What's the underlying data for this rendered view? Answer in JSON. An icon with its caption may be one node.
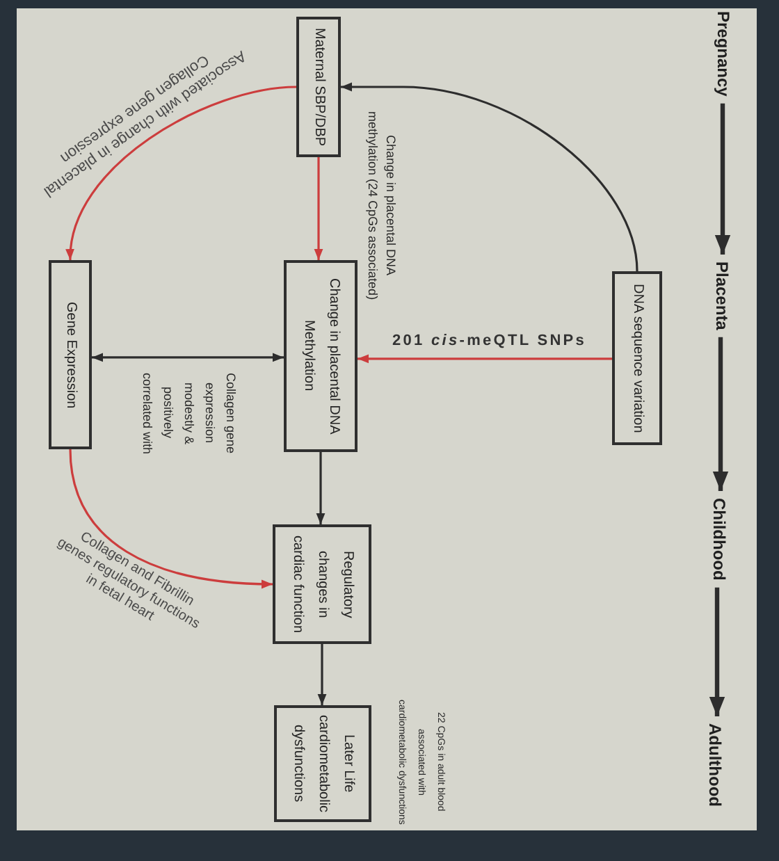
{
  "diagram": {
    "nodes": [
      {
        "text": [
          "Pregnancy"
        ]
      },
      {
        "text": [
          "Placenta"
        ]
      },
      {
        "text": [
          "Childhood"
        ]
      },
      {
        "text": [
          "Adulthood"
        ]
      },
      {
        "text": [
          "DNA sequence variation"
        ]
      },
      {
        "text": [
          "Maternal SBP/DBP"
        ]
      },
      {
        "text": [
          "Change in placental DNA Methylation"
        ]
      },
      {
        "text": [
          "Gene Expression"
        ]
      },
      {
        "text": [
          "Regulatory changes in cardiac function"
        ]
      },
      {
        "text": [
          "Later Life cardiometabolic dysfunctions"
        ],
        "beside": [
          "22 CpGs in adult blood associated with cardiometabolic dysfunctions"
        ]
      }
    ],
    "edges": [
      {
        "from": 0,
        "to": 1,
        "arrow": "to",
        "style": "thick"
      },
      {
        "from": 1,
        "to": 2,
        "arrow": "to",
        "style": "thick"
      },
      {
        "from": 2,
        "to": 3,
        "arrow": "to",
        "style": "thick"
      },
      {
        "from": 4,
        "to": 5,
        "arrow": "to"
      },
      {
        "from": 5,
        "to": 6,
        "arrow": "to",
        "color": "#cc3d3d",
        "label": "Change in placental DNA methylation (24 CpGs associated)"
      },
      {
        "from": 5,
        "to": 7,
        "arrow": "to",
        "color": "#cc3d3d",
        "label": "Associated with change in placental Collagen gene expression"
      },
      {
        "from": 4,
        "to": 6,
        "arrow": "to",
        "color": "#cc3d3d",
        "label": "201 *cis*-meQTL SNPs"
      },
      {
        "from": 6,
        "to": 7,
        "arrow": "both",
        "label": "Collagen gene expression modestly & positively correlated with"
      },
      {
        "from": 7,
        "to": 8,
        "arrow": "to",
        "color": "#cc3d3d",
        "label": "Collagen and Fibrillin genes regulatory functions in fetal heart"
      },
      {
        "from": 6,
        "to": 8,
        "arrow": "to"
      },
      {
        "from": 8,
        "to": 9,
        "arrow": "to"
      }
    ]
  }
}
